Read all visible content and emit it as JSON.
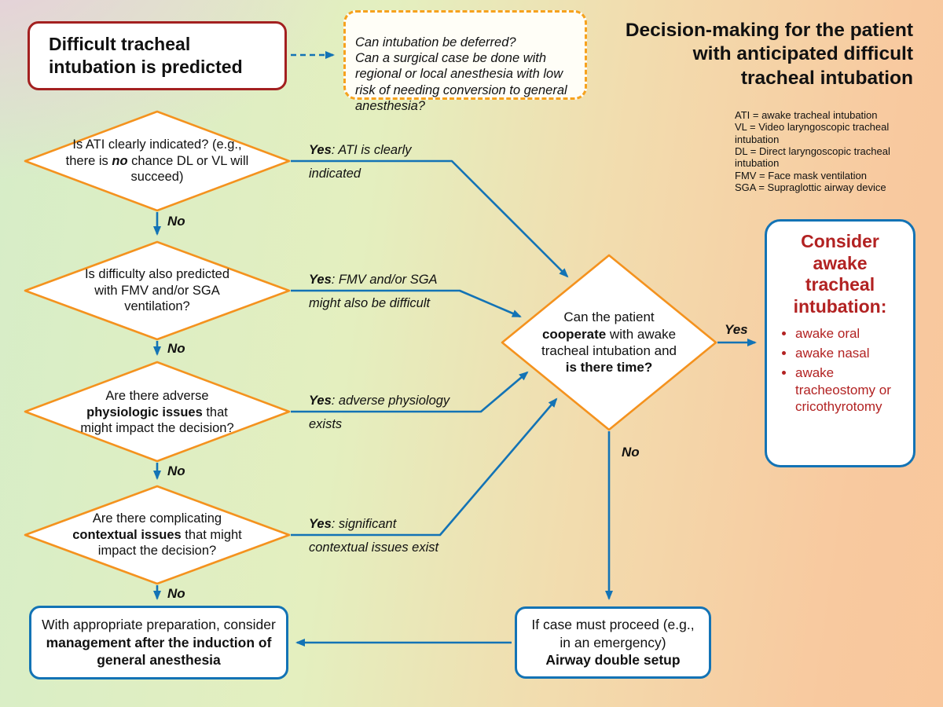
{
  "colors": {
    "background_left_green": "#d6edc8",
    "background_right_orange": "#f8c89e",
    "background_topleft_pink": "#eccae0",
    "diamond_border_orange": "#f4921e",
    "arrow_blue": "#1373b5",
    "start_box_border_red": "#a32020",
    "red_text": "#b22222"
  },
  "title": "Decision-making for the patient\nwith anticipated difficult\ntracheal intubation",
  "legend": [
    "ATI = awake tracheal intubation",
    "VL = Video laryngoscopic tracheal intubation",
    "DL = Direct laryngoscopic tracheal intubation",
    "FMV = Face mask ventilation",
    "SGA = Supraglottic airway device"
  ],
  "start_box": {
    "text": "Difficult tracheal intubation is predicted"
  },
  "defer_note": {
    "text": "Can intubation be deferred?\nCan a surgical case be done with regional or local anesthesia with low risk of needing conversion to general anesthesia?"
  },
  "diamond_ati": {
    "t1": "Is ATI clearly indicated? (e.g., there is ",
    "em": "no",
    "t2": " chance DL or VL will succeed)"
  },
  "diamond_fmv": {
    "text": "Is difficulty also predicted with FMV and/or SGA ventilation?"
  },
  "diamond_physiologic": {
    "t1": "Are there adverse ",
    "b": "physiologic issues",
    "t2": " that might impact the decision?"
  },
  "diamond_contextual": {
    "t1": "Are there complicating ",
    "b": "contextual issues",
    "t2": " that might impact the decision?"
  },
  "diamond_cooperate": {
    "t1": "Can the patient ",
    "b1": "cooperate",
    "t2": " with awake tracheal intubation and ",
    "b2": "is there time?"
  },
  "labels": {
    "no": "No",
    "yes": "Yes",
    "yes_ati": {
      "rest1": ": ATI is clearly",
      "rest2": "indicated"
    },
    "yes_fmv": {
      "rest1": ": FMV and/or SGA",
      "rest2": "might also be difficult"
    },
    "yes_physiology": {
      "rest1": ": adverse physiology",
      "rest2": "exists"
    },
    "yes_contextual": {
      "rest1": ": significant",
      "rest2": "contextual issues exist"
    }
  },
  "right_box": {
    "title": "Consider awake tracheal intubation:",
    "bullets": [
      "awake oral",
      "awake nasal",
      "awake tracheostomy or cricothyrotomy"
    ]
  },
  "induction_box": {
    "t1": "With appropriate preparation, consider ",
    "b": "management after the induction of general anesthesia"
  },
  "emergency_box": {
    "t1": "If case must proceed (e.g., in an emergency)",
    "b": "Airway double setup"
  }
}
